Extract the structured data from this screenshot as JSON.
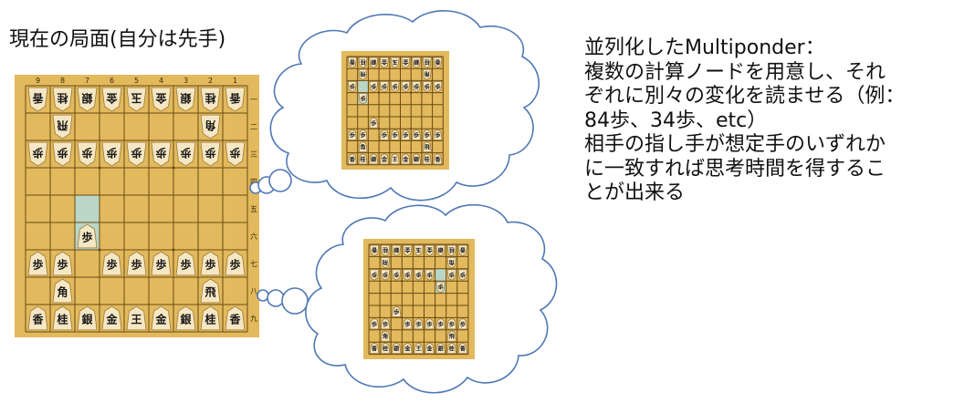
{
  "title": "現在の局面(自分は先手)",
  "description_lines": [
    "並列化したMultiponder：",
    "複数の計算ノードを用意し、それ",
    "ぞれに別々の変化を読ませる（例：",
    "84歩、34歩、etc）",
    "相手の指し手が想定手のいずれか",
    "に一致すれば思考時間を得するこ",
    "とが出来る"
  ],
  "board": {
    "file_labels": [
      "9",
      "8",
      "7",
      "6",
      "5",
      "4",
      "3",
      "2",
      "1"
    ],
    "rank_labels": [
      "一",
      "二",
      "三",
      "四",
      "五",
      "六",
      "七",
      "八",
      "九"
    ],
    "highlight_squares": [
      [
        7,
        5
      ],
      [
        7,
        6
      ]
    ],
    "pieces": [
      {
        "file": 9,
        "rank": 1,
        "piece": "香",
        "side": "gote"
      },
      {
        "file": 8,
        "rank": 1,
        "piece": "桂",
        "side": "gote"
      },
      {
        "file": 7,
        "rank": 1,
        "piece": "銀",
        "side": "gote"
      },
      {
        "file": 6,
        "rank": 1,
        "piece": "金",
        "side": "gote"
      },
      {
        "file": 5,
        "rank": 1,
        "piece": "玉",
        "side": "gote"
      },
      {
        "file": 4,
        "rank": 1,
        "piece": "金",
        "side": "gote"
      },
      {
        "file": 3,
        "rank": 1,
        "piece": "銀",
        "side": "gote"
      },
      {
        "file": 2,
        "rank": 1,
        "piece": "桂",
        "side": "gote"
      },
      {
        "file": 1,
        "rank": 1,
        "piece": "香",
        "side": "gote"
      },
      {
        "file": 8,
        "rank": 2,
        "piece": "飛",
        "side": "gote"
      },
      {
        "file": 2,
        "rank": 2,
        "piece": "角",
        "side": "gote"
      },
      {
        "file": 9,
        "rank": 3,
        "piece": "歩",
        "side": "gote"
      },
      {
        "file": 8,
        "rank": 3,
        "piece": "歩",
        "side": "gote"
      },
      {
        "file": 7,
        "rank": 3,
        "piece": "歩",
        "side": "gote"
      },
      {
        "file": 6,
        "rank": 3,
        "piece": "歩",
        "side": "gote"
      },
      {
        "file": 5,
        "rank": 3,
        "piece": "歩",
        "side": "gote"
      },
      {
        "file": 4,
        "rank": 3,
        "piece": "歩",
        "side": "gote"
      },
      {
        "file": 3,
        "rank": 3,
        "piece": "歩",
        "side": "gote"
      },
      {
        "file": 2,
        "rank": 3,
        "piece": "歩",
        "side": "gote"
      },
      {
        "file": 1,
        "rank": 3,
        "piece": "歩",
        "side": "gote"
      },
      {
        "file": 7,
        "rank": 6,
        "piece": "歩",
        "side": "sente"
      },
      {
        "file": 9,
        "rank": 7,
        "piece": "歩",
        "side": "sente"
      },
      {
        "file": 8,
        "rank": 7,
        "piece": "歩",
        "side": "sente"
      },
      {
        "file": 6,
        "rank": 7,
        "piece": "歩",
        "side": "sente"
      },
      {
        "file": 5,
        "rank": 7,
        "piece": "歩",
        "side": "sente"
      },
      {
        "file": 4,
        "rank": 7,
        "piece": "歩",
        "side": "sente"
      },
      {
        "file": 3,
        "rank": 7,
        "piece": "歩",
        "side": "sente"
      },
      {
        "file": 2,
        "rank": 7,
        "piece": "歩",
        "side": "sente"
      },
      {
        "file": 1,
        "rank": 7,
        "piece": "歩",
        "side": "sente"
      },
      {
        "file": 8,
        "rank": 8,
        "piece": "角",
        "side": "sente"
      },
      {
        "file": 2,
        "rank": 8,
        "piece": "飛",
        "side": "sente"
      },
      {
        "file": 9,
        "rank": 9,
        "piece": "香",
        "side": "sente"
      },
      {
        "file": 8,
        "rank": 9,
        "piece": "桂",
        "side": "sente"
      },
      {
        "file": 7,
        "rank": 9,
        "piece": "銀",
        "side": "sente"
      },
      {
        "file": 6,
        "rank": 9,
        "piece": "金",
        "side": "sente"
      },
      {
        "file": 5,
        "rank": 9,
        "piece": "王",
        "side": "sente"
      },
      {
        "file": 4,
        "rank": 9,
        "piece": "金",
        "side": "sente"
      },
      {
        "file": 3,
        "rank": 9,
        "piece": "銀",
        "side": "sente"
      },
      {
        "file": 2,
        "rank": 9,
        "piece": "桂",
        "side": "sente"
      },
      {
        "file": 1,
        "rank": 9,
        "piece": "香",
        "side": "sente"
      }
    ]
  },
  "variation_boards": [
    {
      "highlight_squares": [
        [
          8,
          3
        ],
        [
          8,
          4
        ]
      ],
      "moved_piece": {
        "from_file": 8,
        "from_rank": 3,
        "to_file": 8,
        "to_rank": 4,
        "piece": "歩",
        "side": "gote"
      }
    },
    {
      "highlight_squares": [
        [
          3,
          3
        ],
        [
          3,
          4
        ]
      ],
      "moved_piece": {
        "from_file": 3,
        "from_rank": 3,
        "to_file": 3,
        "to_rank": 4,
        "piece": "歩",
        "side": "gote"
      }
    }
  ],
  "colors": {
    "board": "#e2b95c",
    "grid": "#6b4a12",
    "piece_face": "#f6e7c4",
    "piece_edge": "#9a7a3a",
    "highlight": "#b9d6c6",
    "cloud_stroke": "#4f78b5"
  }
}
